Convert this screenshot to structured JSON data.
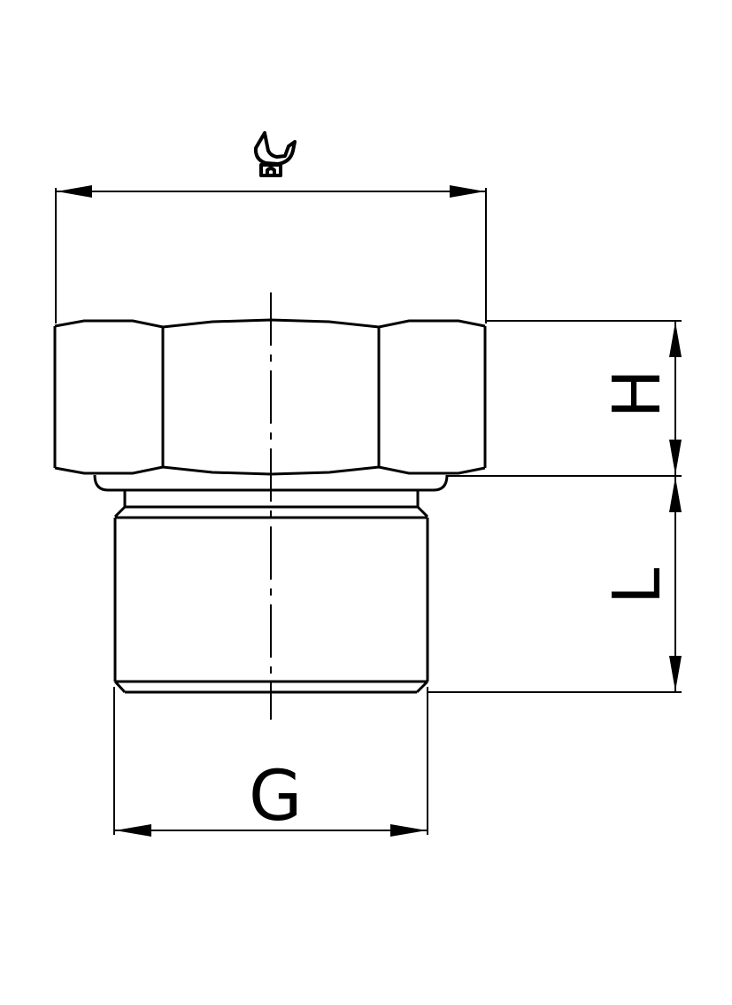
{
  "drawing": {
    "title": "Hex plug technical drawing",
    "line_color": "#000000",
    "background": "#ffffff",
    "dimensions": {
      "wrench_size": {
        "symbol": "wrench-icon",
        "label": ""
      },
      "height": {
        "label": "H"
      },
      "length": {
        "label": "L"
      },
      "thread": {
        "label": "G"
      }
    }
  }
}
